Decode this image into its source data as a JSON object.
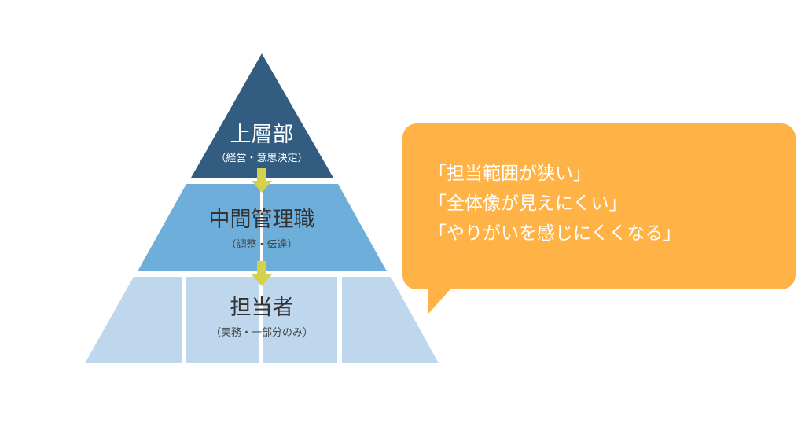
{
  "pyramid": {
    "top": {
      "title": "上層部",
      "subtitle": "（経営・意思決定）",
      "color": "#335d80"
    },
    "middle": {
      "title": "中間管理職",
      "subtitle": "（調整・伝達）",
      "color": "#6daedb"
    },
    "bottom": {
      "title": "担当者",
      "subtitle": "（実務・一部分のみ）",
      "color": "#bed7ec"
    },
    "arrow_color": "#d4d24c"
  },
  "bubble": {
    "color": "#ffb347",
    "lines": [
      "「担当範囲が狭い」",
      "「全体像が見えにくい」",
      "「やりがいを感じにくくなる」"
    ]
  }
}
